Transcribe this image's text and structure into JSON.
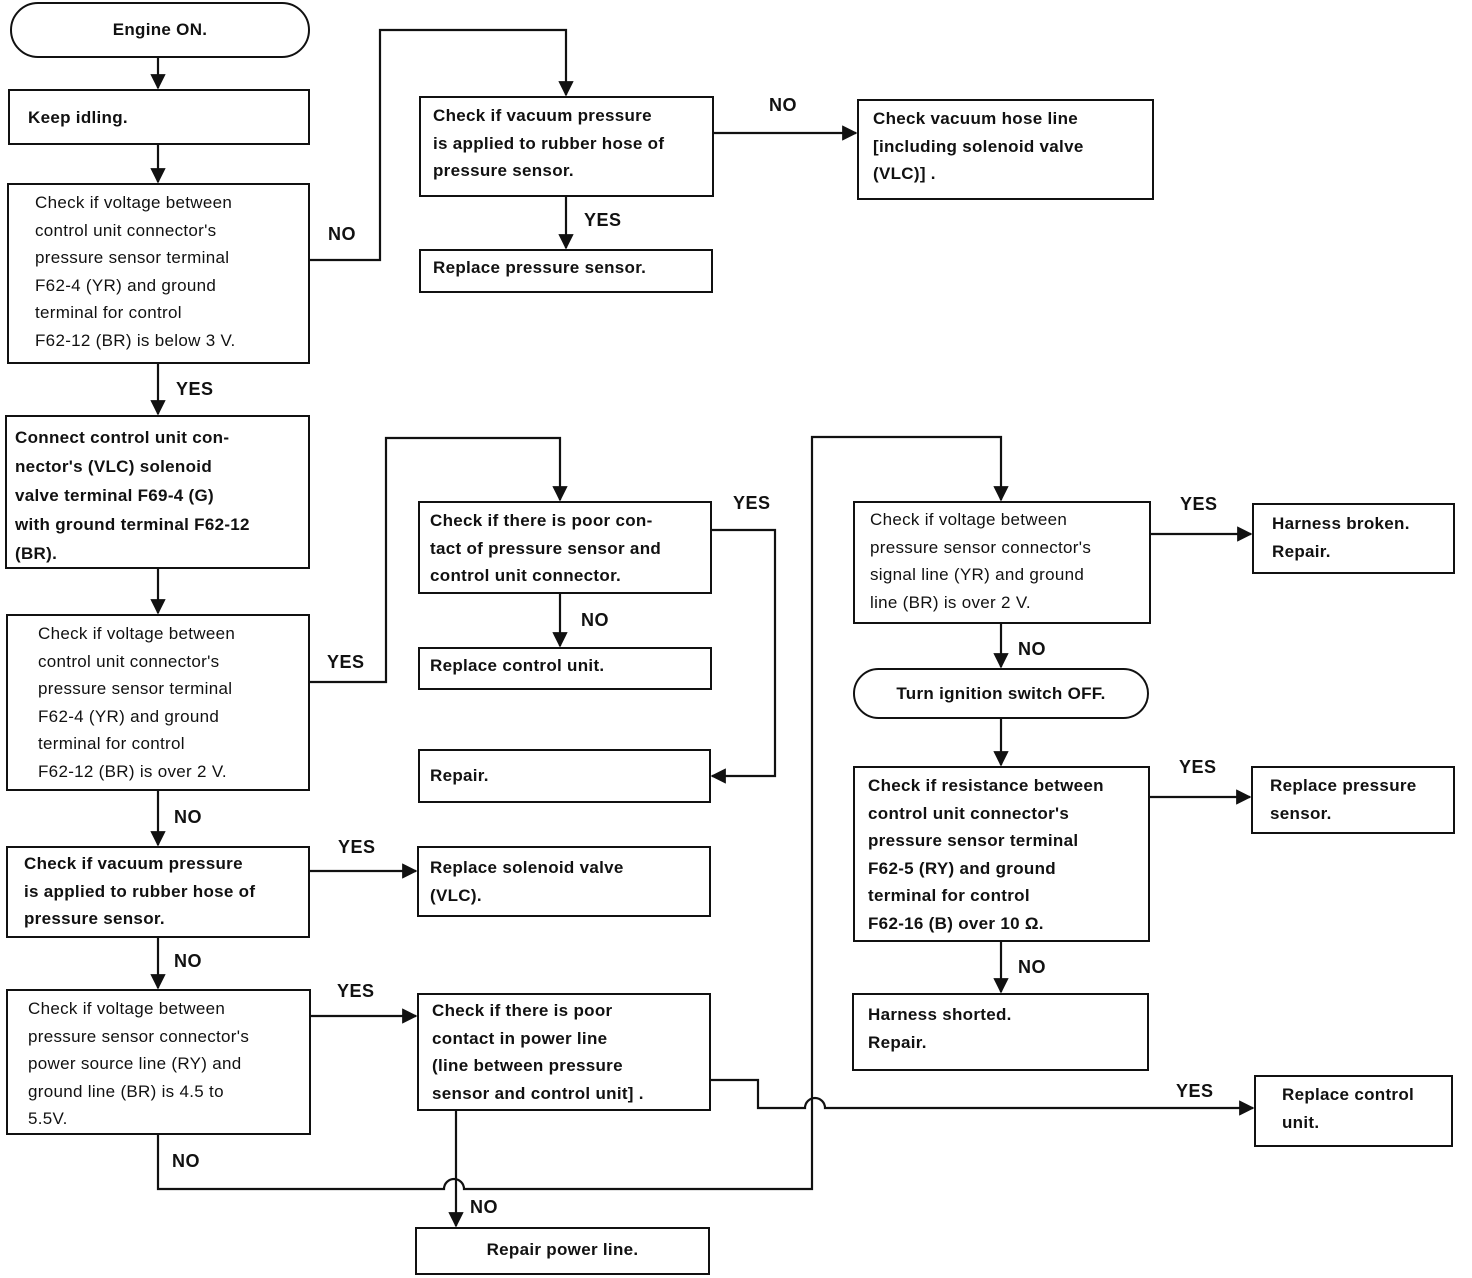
{
  "nodes": {
    "start": "Engine ON.",
    "keep_idling": "Keep idling.",
    "check_voltage_below_3v": "Check if voltage between\ncontrol unit connector's\npressure sensor terminal\nF62-4 (YR) and ground\nterminal for control\nF62-12 (BR) is below 3 V.",
    "check_vacuum_1": "Check if vacuum pressure\nis applied to rubber hose of\npressure sensor.",
    "check_vacuum_hose_line": "Check vacuum hose line\n[including solenoid valve\n(VLC)] .",
    "replace_pressure_sensor_1": "Replace pressure sensor.",
    "connect_vlc": "Connect control unit con-\nnector's (VLC) solenoid\nvalve terminal F69-4 (G)\nwith ground terminal F62-12\n(BR).",
    "check_voltage_over_2v": "Check if voltage between\ncontrol unit connector's\npressure sensor terminal\nF62-4 (YR) and ground\nterminal for control\nF62-12 (BR) is over 2 V.",
    "check_poor_contact_connector": "Check if there is poor con-\ntact of pressure sensor and\ncontrol unit connector.",
    "replace_control_unit_1": "Replace control unit.",
    "repair_1": "Repair.",
    "check_vacuum_2": "Check if vacuum pressure\nis applied to rubber hose of\npressure sensor.",
    "replace_solenoid_valve": "Replace solenoid valve\n(VLC).",
    "check_power_voltage": "Check if voltage between\npressure sensor connector's\npower source line (RY) and\nground line (BR) is 4.5 to\n5.5V.",
    "check_poor_contact_power": "Check if there is poor\ncontact in power line\n(line between pressure\nsensor and control unit] .",
    "repair_power_line": "Repair power line.",
    "check_signal_voltage": "Check if voltage between\npressure sensor connector's\nsignal line (YR) and ground\nline (BR) is over 2 V.",
    "harness_broken": "Harness broken.\nRepair.",
    "turn_ignition_off": "Turn ignition switch OFF.",
    "check_resistance": "Check if resistance between\ncontrol unit connector's\npressure sensor terminal\nF62-5 (RY) and ground\nterminal for control\nF62-16 (B) over 10 Ω.",
    "replace_pressure_sensor_2": "Replace pressure\nsensor.",
    "harness_shorted": "Harness shorted.\nRepair.",
    "replace_control_unit_2": "Replace control\nunit."
  },
  "labels": {
    "yes": "YES",
    "no": "NO"
  }
}
